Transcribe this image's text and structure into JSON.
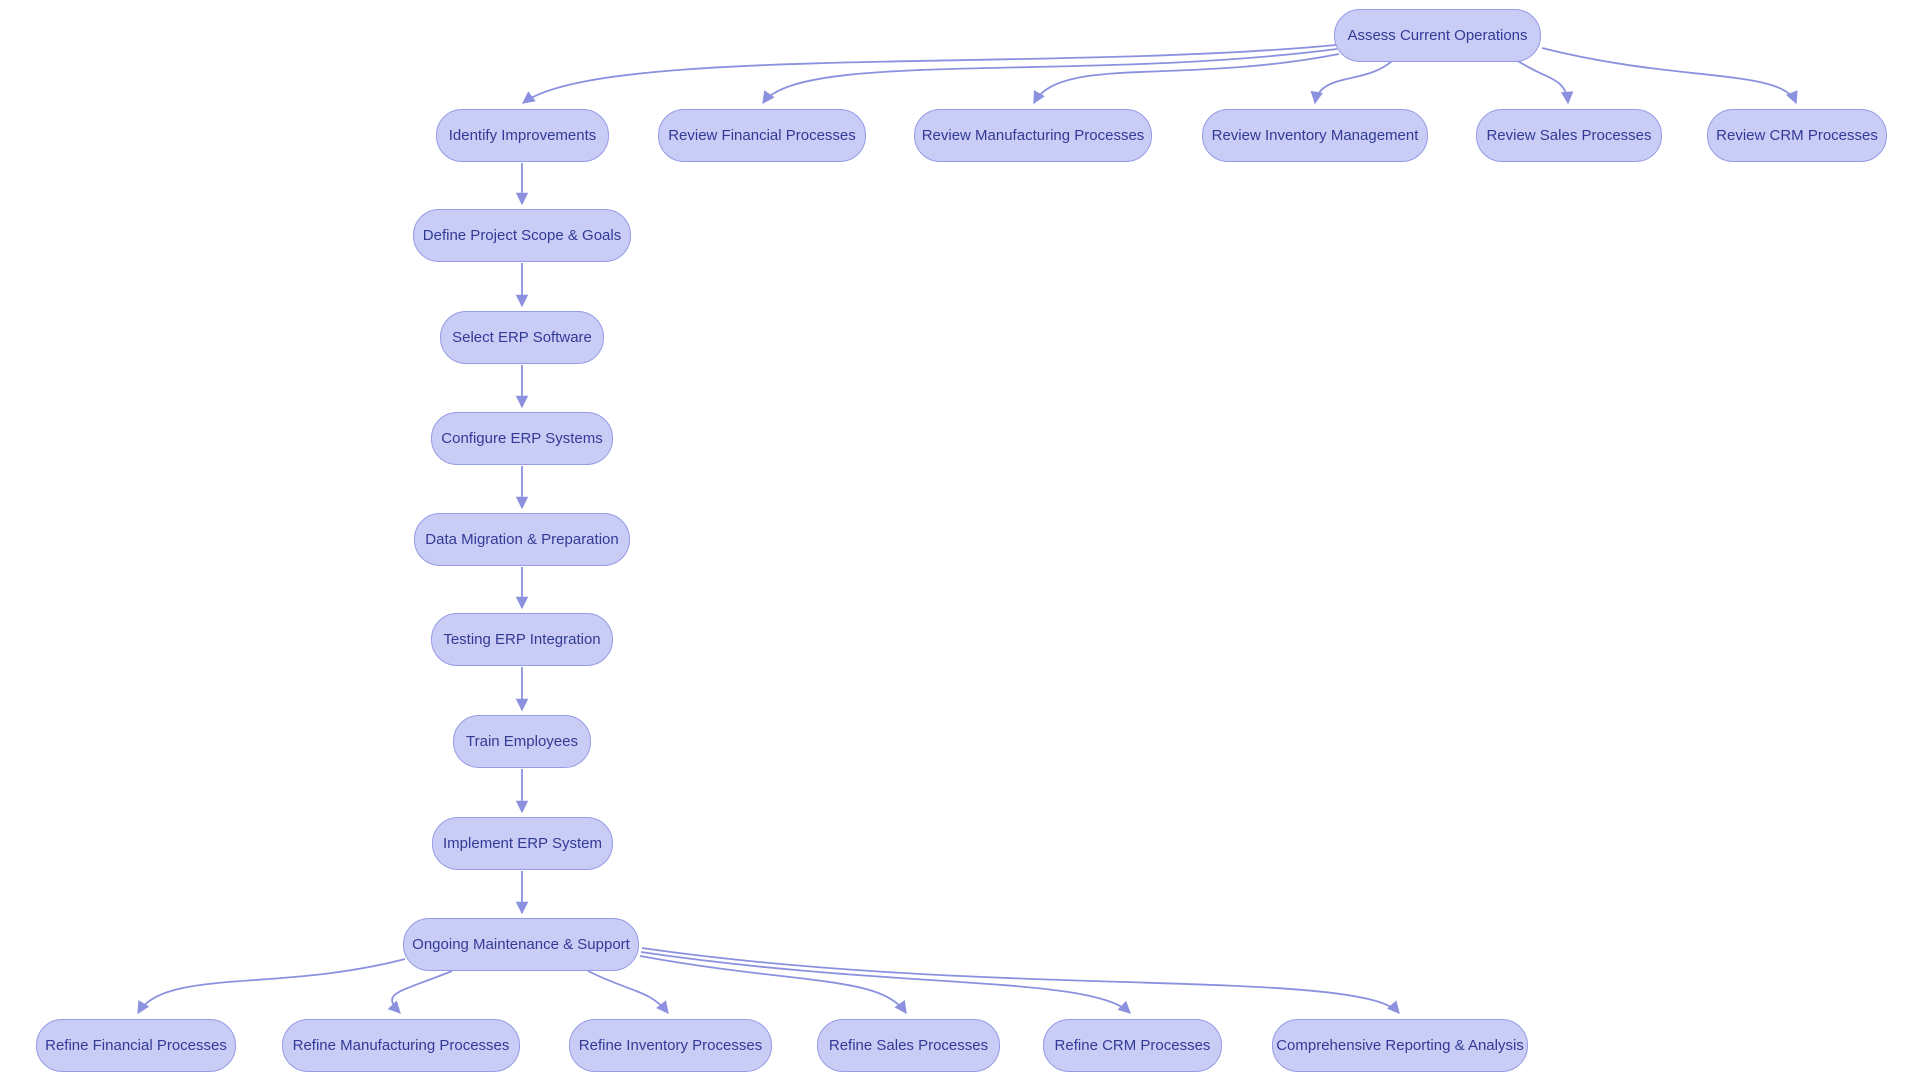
{
  "diagram": {
    "type": "flowchart",
    "background": "#ffffff",
    "colors": {
      "node_fill": "#c9ccf5",
      "node_border": "#959be7",
      "node_text": "#333a96",
      "edge": "#8b91de"
    },
    "nodes": [
      {
        "id": "assess",
        "label": "Assess Current Operations"
      },
      {
        "id": "identify-improvements",
        "label": "Identify Improvements"
      },
      {
        "id": "review-financial",
        "label": "Review Financial Processes"
      },
      {
        "id": "review-manufacturing",
        "label": "Review Manufacturing Processes"
      },
      {
        "id": "review-inventory",
        "label": "Review Inventory Management"
      },
      {
        "id": "review-sales",
        "label": "Review Sales Processes"
      },
      {
        "id": "review-crm",
        "label": "Review CRM Processes"
      },
      {
        "id": "define-scope",
        "label": "Define Project Scope & Goals"
      },
      {
        "id": "select-erp",
        "label": "Select ERP Software"
      },
      {
        "id": "configure-erp",
        "label": "Configure ERP Systems"
      },
      {
        "id": "data-migration",
        "label": "Data Migration & Preparation"
      },
      {
        "id": "testing-erp",
        "label": "Testing ERP Integration"
      },
      {
        "id": "train-employees",
        "label": "Train Employees"
      },
      {
        "id": "implement-erp",
        "label": "Implement ERP System"
      },
      {
        "id": "ongoing-maintenance",
        "label": "Ongoing Maintenance & Support"
      },
      {
        "id": "refine-financial",
        "label": "Refine Financial Processes"
      },
      {
        "id": "refine-manufacturing",
        "label": "Refine Manufacturing Processes"
      },
      {
        "id": "refine-inventory",
        "label": "Refine Inventory Processes"
      },
      {
        "id": "refine-sales",
        "label": "Refine Sales Processes"
      },
      {
        "id": "refine-crm",
        "label": "Refine CRM Processes"
      },
      {
        "id": "comprehensive-reporting",
        "label": "Comprehensive Reporting & Analysis"
      }
    ],
    "edges": [
      {
        "from": "assess",
        "to": "identify-improvements"
      },
      {
        "from": "assess",
        "to": "review-financial"
      },
      {
        "from": "assess",
        "to": "review-manufacturing"
      },
      {
        "from": "assess",
        "to": "review-inventory"
      },
      {
        "from": "assess",
        "to": "review-sales"
      },
      {
        "from": "assess",
        "to": "review-crm"
      },
      {
        "from": "identify-improvements",
        "to": "define-scope"
      },
      {
        "from": "define-scope",
        "to": "select-erp"
      },
      {
        "from": "select-erp",
        "to": "configure-erp"
      },
      {
        "from": "configure-erp",
        "to": "data-migration"
      },
      {
        "from": "data-migration",
        "to": "testing-erp"
      },
      {
        "from": "testing-erp",
        "to": "train-employees"
      },
      {
        "from": "train-employees",
        "to": "implement-erp"
      },
      {
        "from": "implement-erp",
        "to": "ongoing-maintenance"
      },
      {
        "from": "ongoing-maintenance",
        "to": "refine-financial"
      },
      {
        "from": "ongoing-maintenance",
        "to": "refine-manufacturing"
      },
      {
        "from": "ongoing-maintenance",
        "to": "refine-inventory"
      },
      {
        "from": "ongoing-maintenance",
        "to": "refine-sales"
      },
      {
        "from": "ongoing-maintenance",
        "to": "refine-crm"
      },
      {
        "from": "ongoing-maintenance",
        "to": "comprehensive-reporting"
      }
    ]
  }
}
